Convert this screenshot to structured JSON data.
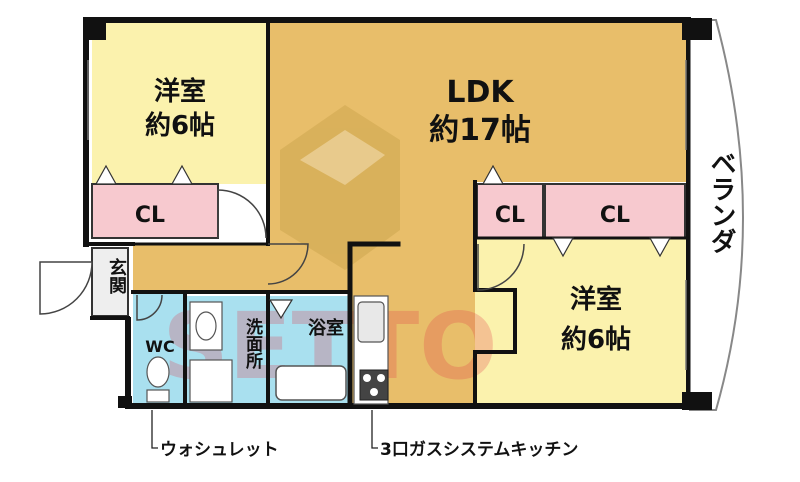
{
  "rooms": {
    "western_room_left": {
      "name": "洋室",
      "size": "約6帖"
    },
    "ldk": {
      "name": "LDK",
      "size": "約17帖"
    },
    "western_room_right": {
      "name": "洋室",
      "size": "約6帖"
    },
    "closet_left": "CL",
    "closet_mid": "CL",
    "closet_right": "CL",
    "entrance": "玄関",
    "toilet": "WC",
    "washroom": "洗面所",
    "bathroom": "浴室"
  },
  "balcony": "ベランダ",
  "notes": {
    "toilet_note": "ウォシュレット",
    "kitchen_note": "3口ガスシステムキッチン"
  },
  "watermark": "SETTO",
  "colors": {
    "ldk": "#e8be6a",
    "bedroom": "#fbf2ad",
    "closet": "#f7c9cf",
    "wet_area": "#a9e0ef",
    "entrance": "#eeeeee",
    "wall": "#111111",
    "watermark": "#e23a4a"
  }
}
